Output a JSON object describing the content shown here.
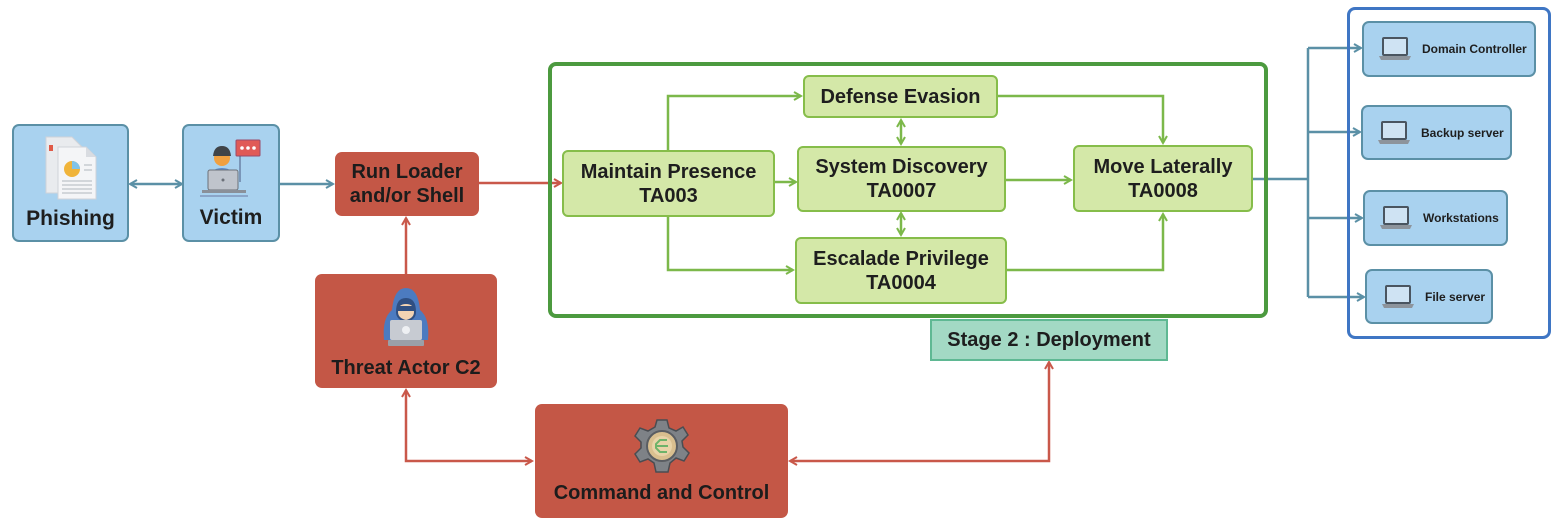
{
  "title": "Attack flow diagram",
  "colors": {
    "blue_flow": "#5b90a6",
    "red_flow": "#c45746",
    "green_flow": "#7cb84a",
    "stage_frame": "#4c9a3f",
    "targets_frame": "#3f76c4"
  },
  "nodes": {
    "phishing": {
      "label": "Phishing",
      "icon": "documents-icon"
    },
    "victim": {
      "label": "Victim",
      "icon": "user-laptop-chat-icon"
    },
    "run_loader": {
      "line1": "Run Loader",
      "line2": "and/or Shell"
    },
    "threat_actor": {
      "label": "Threat Actor C2",
      "icon": "hooded-hacker-icon"
    },
    "command_control": {
      "label": "Command and Control",
      "icon": "gear-icon"
    },
    "maintain_presence": {
      "line1": "Maintain Presence",
      "line2": "TA003"
    },
    "defense_evasion": {
      "line1": "Defense Evasion"
    },
    "system_discovery": {
      "line1": "System Discovery",
      "line2": "TA0007"
    },
    "escalade_privilege": {
      "line1": "Escalade Privilege",
      "line2": "TA0004"
    },
    "move_laterally": {
      "line1": "Move Laterally",
      "line2": "TA0008"
    },
    "stage_label": "Stage 2 : Deployment"
  },
  "targets": [
    {
      "label": "Domain Controller",
      "icon": "laptop-icon"
    },
    {
      "label": "Backup server",
      "icon": "laptop-icon"
    },
    {
      "label": "Workstations",
      "icon": "laptop-icon"
    },
    {
      "label": "File server",
      "icon": "laptop-icon"
    }
  ],
  "edges": [
    {
      "from": "phishing",
      "to": "victim",
      "bidirectional": true,
      "color": "blue"
    },
    {
      "from": "victim",
      "to": "run_loader",
      "color": "blue"
    },
    {
      "from": "threat_actor",
      "to": "run_loader",
      "color": "red"
    },
    {
      "from": "run_loader",
      "to": "maintain_presence",
      "color": "red"
    },
    {
      "from": "maintain_presence",
      "to": "defense_evasion",
      "color": "green"
    },
    {
      "from": "maintain_presence",
      "to": "system_discovery",
      "color": "green"
    },
    {
      "from": "maintain_presence",
      "to": "escalade_privilege",
      "color": "green"
    },
    {
      "from": "defense_evasion",
      "to": "system_discovery",
      "bidirectional": true,
      "color": "green"
    },
    {
      "from": "system_discovery",
      "to": "escalade_privilege",
      "bidirectional": true,
      "color": "green"
    },
    {
      "from": "defense_evasion",
      "to": "move_laterally",
      "color": "green"
    },
    {
      "from": "system_discovery",
      "to": "move_laterally",
      "color": "green"
    },
    {
      "from": "escalade_privilege",
      "to": "move_laterally",
      "color": "green"
    },
    {
      "from": "move_laterally",
      "to": "targets",
      "color": "blue"
    },
    {
      "from": "command_control",
      "to": "threat_actor",
      "bidirectional": true,
      "color": "red"
    },
    {
      "from": "command_control",
      "to": "stage_label",
      "bidirectional": true,
      "color": "red"
    }
  ]
}
